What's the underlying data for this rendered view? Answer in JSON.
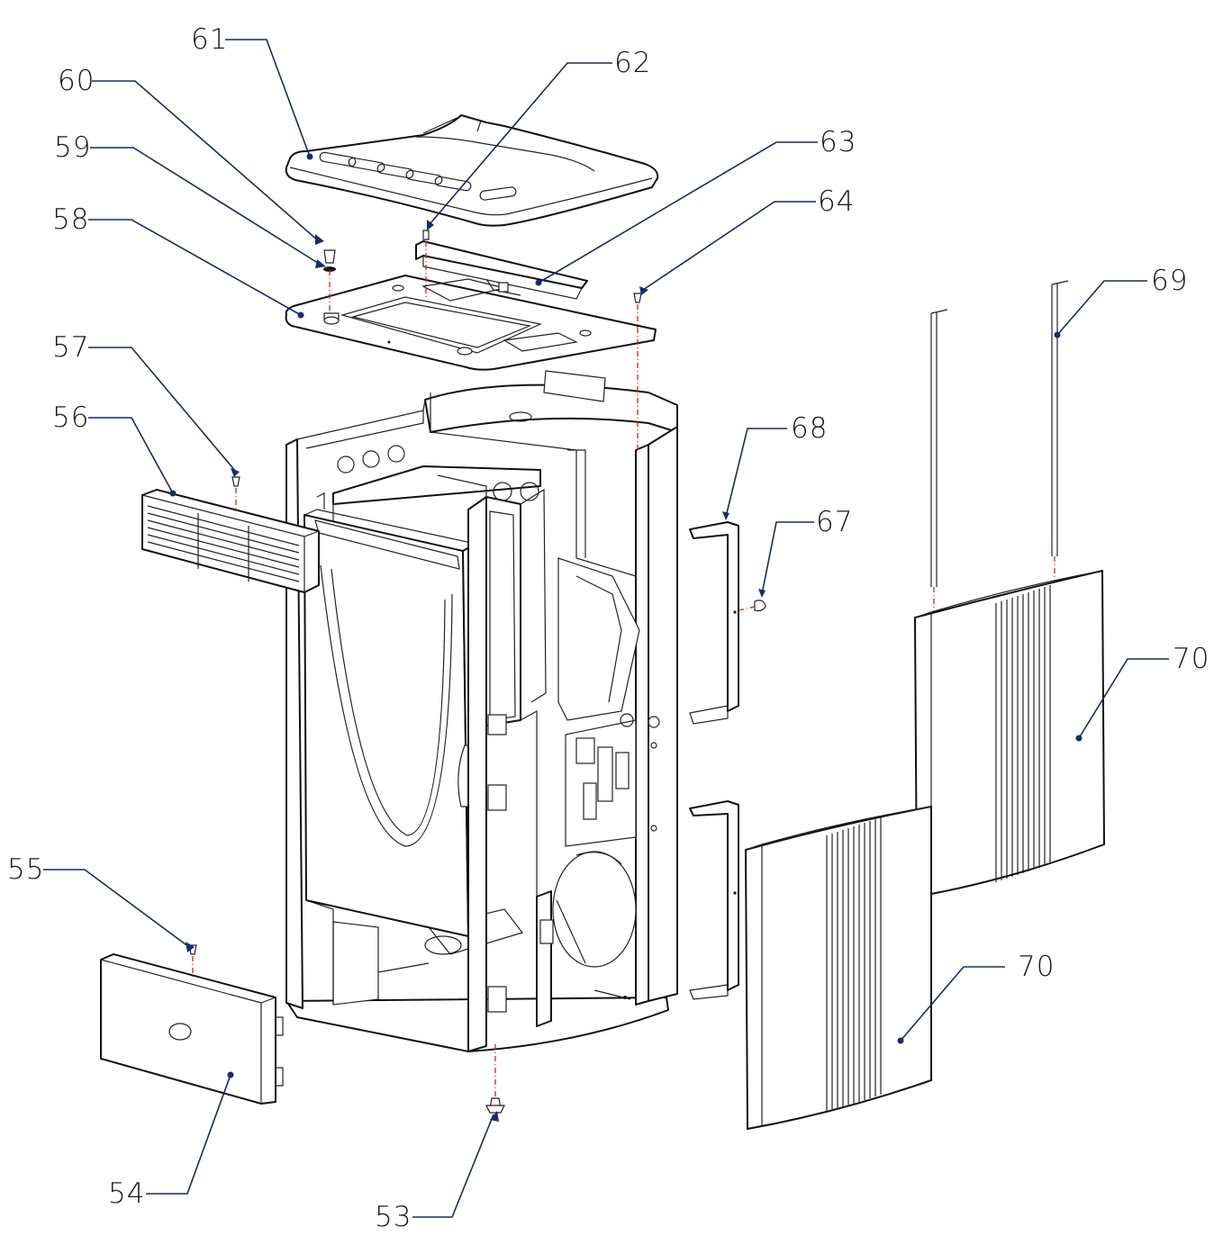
{
  "labels": {
    "p53": "53",
    "p54": "54",
    "p55": "55",
    "p56": "56",
    "p57": "57",
    "p58": "58",
    "p59": "59",
    "p60": "60",
    "p61": "61",
    "p62": "62",
    "p63": "63",
    "p64": "64",
    "p67": "67",
    "p68": "68",
    "p69": "69",
    "p70a": "70",
    "p70b": "70"
  },
  "colors": {
    "line": "#111111",
    "leader": "#1a2a5a",
    "axis": "#d81f1f",
    "background": "#ffffff"
  }
}
